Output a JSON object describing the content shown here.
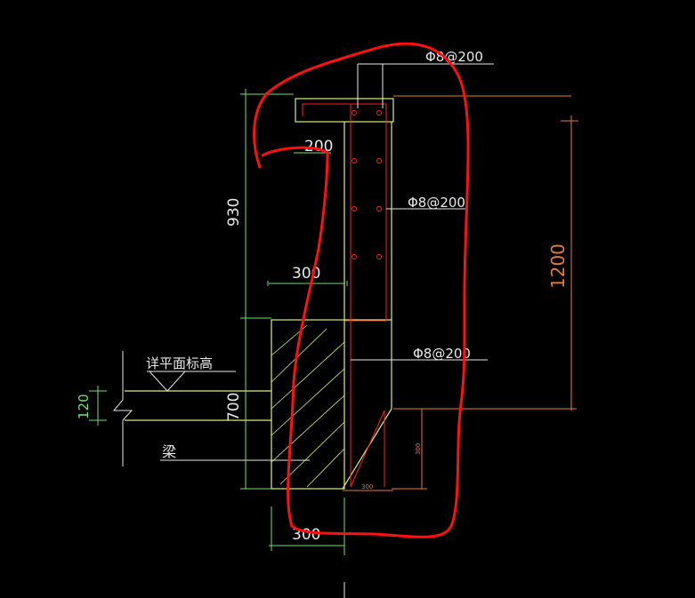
{
  "colors": {
    "background": "#000000",
    "outline": "#FFFF7F",
    "dimension": "#FFFFFF",
    "annotation": "#FFFFFF",
    "rebar": "#FF0000",
    "dim_orange": "#FF7F27",
    "dim_green": "#7FFF7F",
    "highlight": "#FF0000"
  },
  "rebar_labels": {
    "top": "Φ8@200",
    "mid": "Φ8@200",
    "lower": "Φ8@200"
  },
  "dimensions": {
    "wall_200": "200",
    "offset_300_upper": "300",
    "height_930": "930",
    "height_1200": "1200",
    "height_700": "700",
    "slab_120": "120",
    "beam_300_bottom": "300",
    "small_vertical": "300",
    "small_horizontal": "300"
  },
  "annotations": {
    "floor_level": "详平面标高",
    "beam": "梁"
  },
  "icons": {
    "break_line": "break-line-icon",
    "level_marker": "level-triangle-icon"
  }
}
